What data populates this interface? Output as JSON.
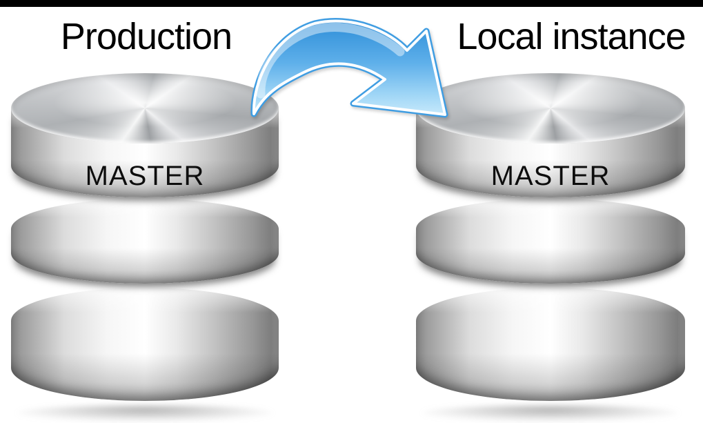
{
  "page": {
    "background_color": "#ffffff",
    "top_bar_color": "#000000"
  },
  "production": {
    "title": "Production",
    "db_label": "MASTER"
  },
  "local": {
    "title": "Local instance",
    "db_label": "MASTER"
  },
  "arrow": {
    "icon": "curved-arrow-down-right",
    "from": "Production",
    "to": "Local instance",
    "fill_top": "#2e8ed8",
    "fill_mid": "#5fb0ea",
    "fill_bottom": "#c6e9fb",
    "border_color": "#3f9de2",
    "inner_outline_color": "#ffffff"
  },
  "metal": {
    "highlight": "#ffffff",
    "mid_gray": "#c2c2c2",
    "dark_gray": "#7e7e7e",
    "label_color": "#0d0d0d"
  }
}
